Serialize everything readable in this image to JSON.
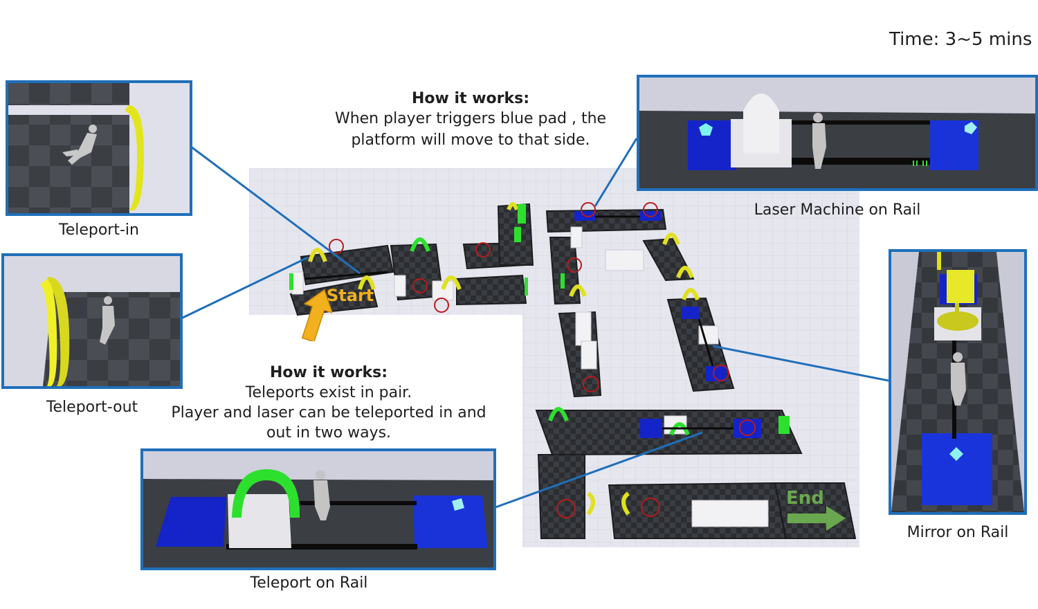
{
  "time_label": "Time: 3~5 mins",
  "top_note": {
    "heading": "How it works:",
    "line1": "When player triggers blue pad , the",
    "line2": "platform will move to that side."
  },
  "bottom_note": {
    "heading": "How it works:",
    "line1": "Teleports exist in pair.",
    "line2": "Player and laser can be teleported in and",
    "line3": "out in two ways."
  },
  "panels": {
    "teleport_in": "Teleport-in",
    "teleport_out": "Teleport-out",
    "laser_machine": "Laser Machine on Rail",
    "mirror": "Mirror on Rail",
    "teleport_rail": "Teleport on Rail"
  },
  "map": {
    "start_label": "Start",
    "end_label": "End"
  },
  "colors": {
    "frame_border": "#1f6fba",
    "start_arrow": "#f2b01e",
    "end_arrow": "#6aa84f",
    "blue_pad": "#1424c8",
    "teleport_yellow": "#e0e020",
    "teleport_green": "#2ee02e"
  }
}
